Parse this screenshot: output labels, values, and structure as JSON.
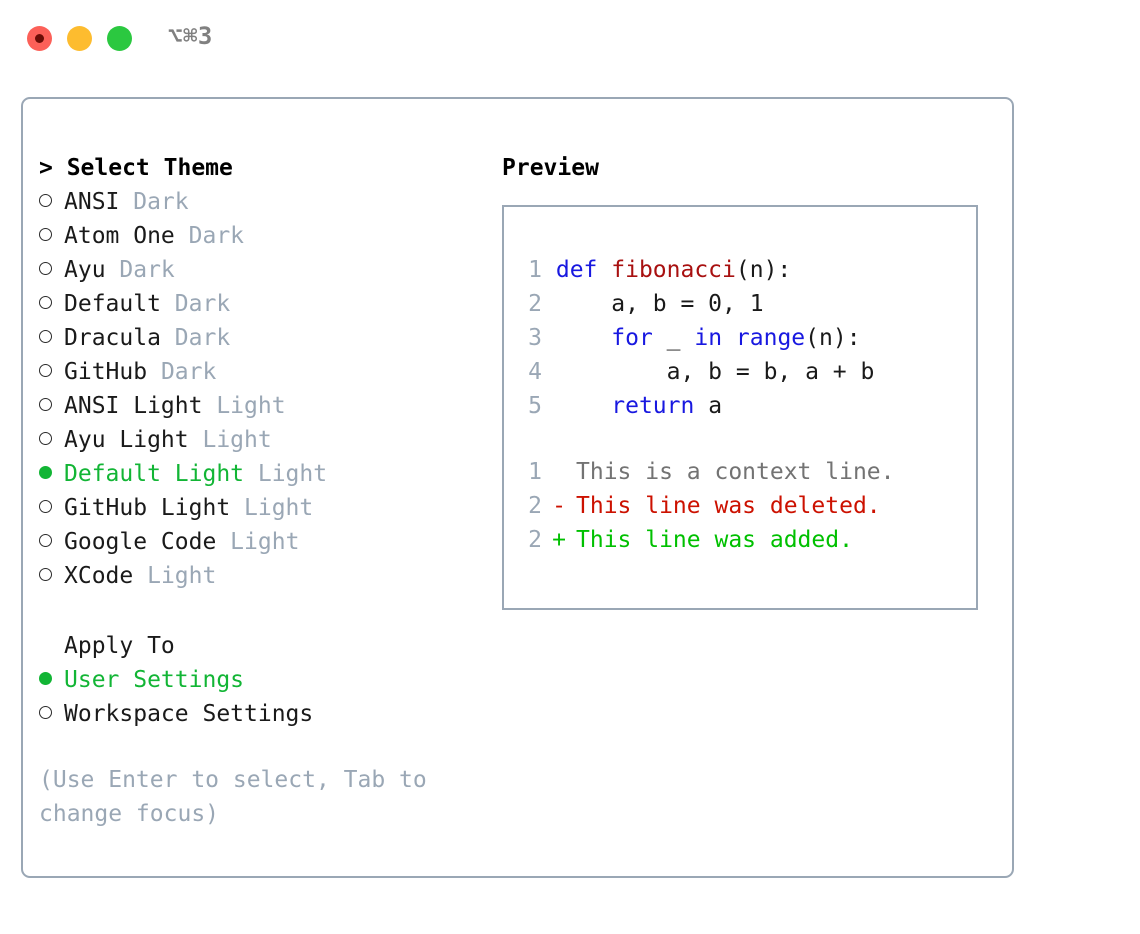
{
  "titlebar": {
    "shortcut": "⌥⌘3",
    "buttons": [
      {
        "name": "close",
        "color": "#fc6058"
      },
      {
        "name": "minimize",
        "color": "#fdbc2f"
      },
      {
        "name": "maximize",
        "color": "#2bc840"
      }
    ]
  },
  "theme_picker": {
    "header": "> Select Theme",
    "items": [
      {
        "bullet": "○",
        "name": "ANSI",
        "tag": "Dark",
        "selected": false
      },
      {
        "bullet": "○",
        "name": "Atom One",
        "tag": "Dark",
        "selected": false
      },
      {
        "bullet": "○",
        "name": "Ayu",
        "tag": "Dark",
        "selected": false
      },
      {
        "bullet": "○",
        "name": "Default",
        "tag": "Dark",
        "selected": false
      },
      {
        "bullet": "○",
        "name": "Dracula",
        "tag": "Dark",
        "selected": false
      },
      {
        "bullet": "○",
        "name": "GitHub",
        "tag": "Dark",
        "selected": false
      },
      {
        "bullet": "○",
        "name": "ANSI Light",
        "tag": "Light",
        "selected": false
      },
      {
        "bullet": "○",
        "name": "Ayu Light",
        "tag": "Light",
        "selected": false
      },
      {
        "bullet": "●",
        "name": "Default Light",
        "tag": "Light",
        "selected": true
      },
      {
        "bullet": "○",
        "name": "GitHub Light",
        "tag": "Light",
        "selected": false
      },
      {
        "bullet": "○",
        "name": "Google Code",
        "tag": "Light",
        "selected": false
      },
      {
        "bullet": "○",
        "name": "XCode",
        "tag": "Light",
        "selected": false
      }
    ]
  },
  "apply_to": {
    "header": "Apply To",
    "options": [
      {
        "bullet": "●",
        "label": "User Settings",
        "selected": true
      },
      {
        "bullet": "○",
        "label": "Workspace Settings",
        "selected": false
      }
    ]
  },
  "hint": "(Use Enter to select, Tab to change focus)",
  "preview": {
    "title": "Preview",
    "code_lines": [
      {
        "num": "1",
        "tokens": [
          {
            "t": "def ",
            "c": "kw"
          },
          {
            "t": "fibonacci",
            "c": "fn"
          },
          {
            "t": "(n):",
            "c": "plain"
          }
        ]
      },
      {
        "num": "2",
        "tokens": [
          {
            "t": "    a, b = 0, 1",
            "c": "plain"
          }
        ]
      },
      {
        "num": "3",
        "tokens": [
          {
            "t": "    ",
            "c": "plain"
          },
          {
            "t": "for",
            "c": "kw"
          },
          {
            "t": " _ ",
            "c": "plain"
          },
          {
            "t": "in",
            "c": "kw"
          },
          {
            "t": " ",
            "c": "plain"
          },
          {
            "t": "range",
            "c": "kw"
          },
          {
            "t": "(n):",
            "c": "plain"
          }
        ]
      },
      {
        "num": "4",
        "tokens": [
          {
            "t": "        a, b = b, a + b",
            "c": "plain"
          }
        ]
      },
      {
        "num": "5",
        "tokens": [
          {
            "t": "    ",
            "c": "plain"
          },
          {
            "t": "return",
            "c": "kw"
          },
          {
            "t": " a",
            "c": "plain"
          }
        ]
      }
    ],
    "diff_lines": [
      {
        "num": "1",
        "sign": " ",
        "text": "This is a context line.",
        "kind": "dctx"
      },
      {
        "num": "2",
        "sign": "-",
        "text": "This line was deleted.",
        "kind": "ddel"
      },
      {
        "num": "2",
        "sign": "+",
        "text": "This line was added.",
        "kind": "dadd"
      }
    ]
  },
  "colors": {
    "accent_green": "#12b535",
    "muted": "#9aa7b5",
    "keyword": "#1818e0",
    "function": "#a81010",
    "diff_deleted": "#cc1100",
    "diff_added": "#00c000",
    "border": "#9aa7b5"
  }
}
